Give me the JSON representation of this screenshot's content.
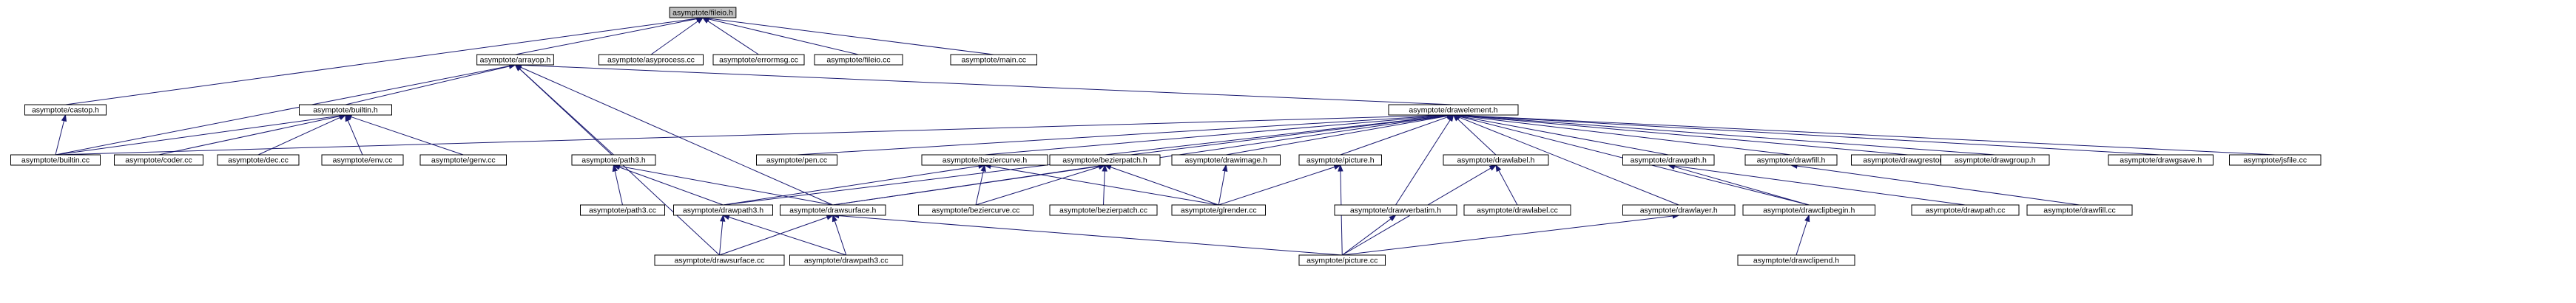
{
  "title": "asymptote/fileio.h",
  "colors": {
    "edge": "#191970",
    "root_fill": "#bfbfbf",
    "node_fill": "#ffffff",
    "border": "#000000"
  },
  "nodes": {
    "fileio_h": "asymptote/fileio.h",
    "arrayop_h": "asymptote/arrayop.h",
    "asyprocess_cc": "asymptote/asyprocess.cc",
    "errormsg_cc": "asymptote/errormsg.cc",
    "fileio_cc": "asymptote/fileio.cc",
    "main_cc": "asymptote/main.cc",
    "castop_h": "asymptote/castop.h",
    "builtin_h": "asymptote/builtin.h",
    "drawelement_h": "asymptote/drawelement.h",
    "builtin_cc": "asymptote/builtin.cc",
    "coder_cc": "asymptote/coder.cc",
    "dec_cc": "asymptote/dec.cc",
    "env_cc": "asymptote/env.cc",
    "genv_cc": "asymptote/genv.cc",
    "path3_h": "asymptote/path3.h",
    "pen_cc": "asymptote/pen.cc",
    "beziercurve_h": "asymptote/beziercurve.h",
    "bezierpatch_h": "asymptote/bezierpatch.h",
    "drawimage_h": "asymptote/drawimage.h",
    "picture_h": "asymptote/picture.h",
    "drawlabel_h": "asymptote/drawlabel.h",
    "drawpath_h": "asymptote/drawpath.h",
    "drawfill_h": "asymptote/drawfill.h",
    "drawgrestore_h": "asymptote/drawgrestore.h",
    "drawgroup_h": "asymptote/drawgroup.h",
    "drawgsave_h": "asymptote/drawgsave.h",
    "jsfile_cc": "asymptote/jsfile.cc",
    "path3_cc": "asymptote/path3.cc",
    "drawpath3_h": "asymptote/drawpath3.h",
    "drawsurface_h": "asymptote/drawsurface.h",
    "beziercurve_cc": "asymptote/beziercurve.cc",
    "bezierpatch_cc": "asymptote/bezierpatch.cc",
    "glrender_cc": "asymptote/glrender.cc",
    "drawverbatim_h": "asymptote/drawverbatim.h",
    "drawlabel_cc": "asymptote/drawlabel.cc",
    "drawlayer_h": "asymptote/drawlayer.h",
    "drawclipbegin_h": "asymptote/drawclipbegin.h",
    "drawpath_cc": "asymptote/drawpath.cc",
    "drawfill_cc": "asymptote/drawfill.cc",
    "drawsurface_cc": "asymptote/drawsurface.cc",
    "drawpath3_cc": "asymptote/drawpath3.cc",
    "picture_cc": "asymptote/picture.cc",
    "drawclipend_h": "asymptote/drawclipend.h"
  },
  "edges": [
    [
      "arrayop_h",
      "fileio_h"
    ],
    [
      "asyprocess_cc",
      "fileio_h"
    ],
    [
      "errormsg_cc",
      "fileio_h"
    ],
    [
      "fileio_cc",
      "fileio_h"
    ],
    [
      "main_cc",
      "fileio_h"
    ],
    [
      "castop_h",
      "fileio_h"
    ],
    [
      "builtin_cc",
      "castop_h"
    ],
    [
      "builtin_cc",
      "arrayop_h"
    ],
    [
      "builtin_h",
      "arrayop_h"
    ],
    [
      "drawelement_h",
      "arrayop_h"
    ],
    [
      "path3_h",
      "arrayop_h"
    ],
    [
      "drawsurface_h",
      "arrayop_h"
    ],
    [
      "drawsurface_cc",
      "arrayop_h"
    ],
    [
      "builtin_cc",
      "builtin_h"
    ],
    [
      "coder_cc",
      "builtin_h"
    ],
    [
      "dec_cc",
      "builtin_h"
    ],
    [
      "env_cc",
      "builtin_h"
    ],
    [
      "genv_cc",
      "builtin_h"
    ],
    [
      "builtin_cc",
      "drawelement_h"
    ],
    [
      "pen_cc",
      "drawelement_h"
    ],
    [
      "beziercurve_h",
      "drawelement_h"
    ],
    [
      "bezierpatch_h",
      "drawelement_h"
    ],
    [
      "drawimage_h",
      "drawelement_h"
    ],
    [
      "picture_h",
      "drawelement_h"
    ],
    [
      "drawlabel_h",
      "drawelement_h"
    ],
    [
      "drawpath_h",
      "drawelement_h"
    ],
    [
      "drawfill_h",
      "drawelement_h"
    ],
    [
      "drawgrestore_h",
      "drawelement_h"
    ],
    [
      "drawgroup_h",
      "drawelement_h"
    ],
    [
      "drawgsave_h",
      "drawelement_h"
    ],
    [
      "jsfile_cc",
      "drawelement_h"
    ],
    [
      "drawpath3_h",
      "drawelement_h"
    ],
    [
      "drawsurface_h",
      "drawelement_h"
    ],
    [
      "drawverbatim_h",
      "drawelement_h"
    ],
    [
      "drawlayer_h",
      "drawelement_h"
    ],
    [
      "drawclipbegin_h",
      "drawelement_h"
    ],
    [
      "path3_cc",
      "path3_h"
    ],
    [
      "drawpath3_h",
      "path3_h"
    ],
    [
      "drawsurface_h",
      "path3_h"
    ],
    [
      "drawpath3_h",
      "beziercurve_h"
    ],
    [
      "beziercurve_cc",
      "beziercurve_h"
    ],
    [
      "glrender_cc",
      "beziercurve_h"
    ],
    [
      "drawsurface_h",
      "bezierpatch_h"
    ],
    [
      "beziercurve_cc",
      "bezierpatch_h"
    ],
    [
      "bezierpatch_cc",
      "bezierpatch_h"
    ],
    [
      "glrender_cc",
      "bezierpatch_h"
    ],
    [
      "glrender_cc",
      "drawimage_h"
    ],
    [
      "glrender_cc",
      "picture_h"
    ],
    [
      "picture_cc",
      "picture_h"
    ],
    [
      "drawlabel_cc",
      "drawlabel_h"
    ],
    [
      "picture_cc",
      "drawlabel_h"
    ],
    [
      "drawclipbegin_h",
      "drawpath_h"
    ],
    [
      "drawpath_cc",
      "drawpath_h"
    ],
    [
      "drawfill_cc",
      "drawfill_h"
    ],
    [
      "picture_cc",
      "drawverbatim_h"
    ],
    [
      "picture_cc",
      "drawlayer_h"
    ],
    [
      "drawclipend_h",
      "drawclipbegin_h"
    ],
    [
      "drawsurface_cc",
      "drawpath3_h"
    ],
    [
      "drawpath3_cc",
      "drawpath3_h"
    ],
    [
      "drawsurface_cc",
      "drawsurface_h"
    ],
    [
      "drawpath3_cc",
      "drawsurface_h"
    ],
    [
      "picture_cc",
      "drawsurface_h"
    ]
  ]
}
